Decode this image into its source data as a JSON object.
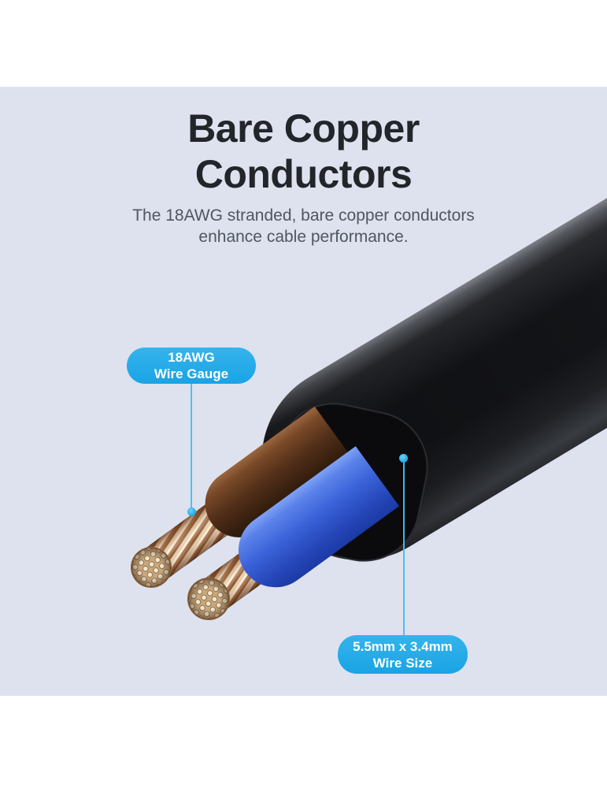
{
  "page": {
    "background_color": "#ffffff",
    "band_color": "#dde2ee"
  },
  "heading": {
    "title": "Bare Copper Conductors",
    "subtitle": "The 18AWG stranded, bare copper conductors enhance cable performance.",
    "title_color": "#22252a",
    "subtitle_color": "#50565f"
  },
  "callouts": {
    "accent_color": "#1faae8",
    "wire_gauge": {
      "line1": "18AWG",
      "line2": "Wire Gauge"
    },
    "wire_size": {
      "line1": "5.5mm x 3.4mm",
      "line2": "Wire Size"
    }
  },
  "illustration": {
    "alt": "Cut end of black flat cable showing two stranded bare copper conductors with brown and blue insulation",
    "jacket_color": "#141518",
    "brown_insulation_color": "#5a3520",
    "blue_insulation_color": "#3a62d8",
    "copper_color": "#d9b88e",
    "conductor_end_color": "#e9dcc0"
  }
}
